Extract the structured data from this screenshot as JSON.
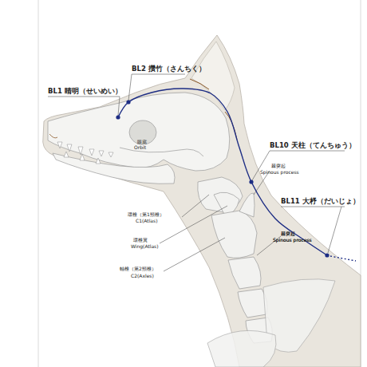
{
  "diagram": {
    "labels": [
      "BL2 攢竹（さんちく）",
      "BL1 睛明（せいめい）",
      "眼窩",
      "Orbit",
      "BL10 天柱（てんちゅう）",
      "棘突起",
      "Spinous process",
      "BL11 大杼（だいじょ）",
      "棘突起",
      "Spinous process",
      "環椎（第1頸椎）",
      "C1(Atlas)",
      "環椎翼",
      "Wing(Atlas)",
      "棘突起",
      "Spinous process",
      "軸椎（第2頸椎）",
      "C2(Axles)"
    ]
  }
}
